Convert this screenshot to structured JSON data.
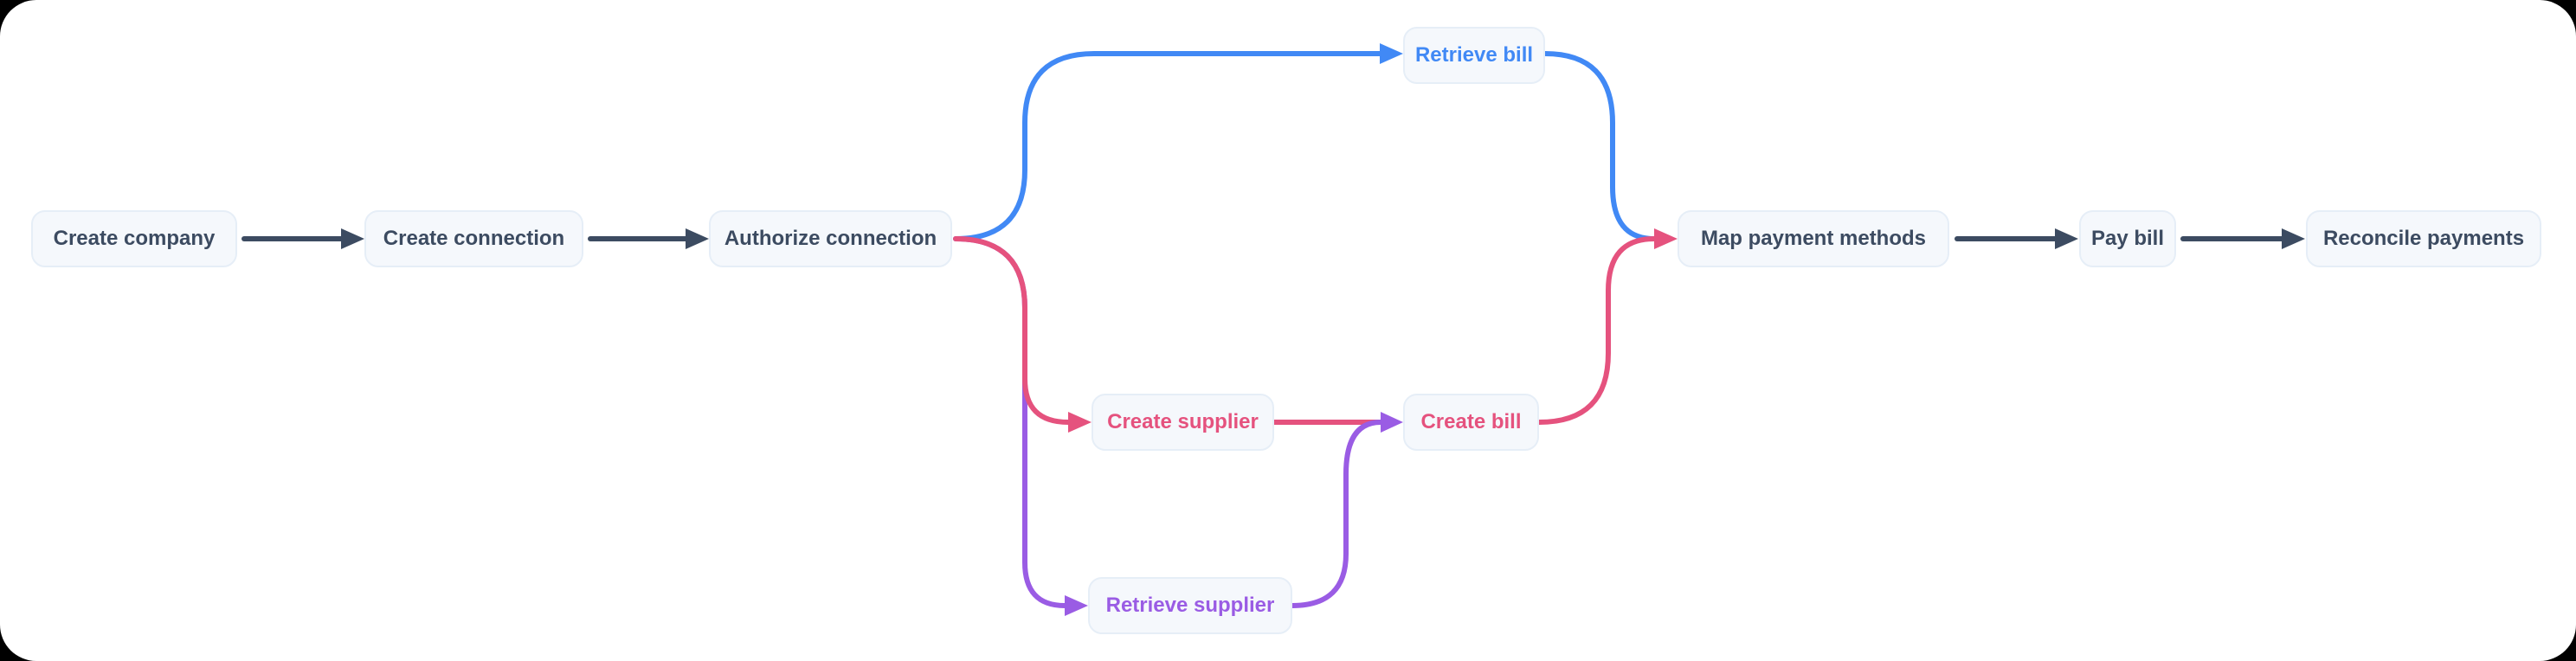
{
  "palette": {
    "slate": "#3c4b61",
    "blue": "#4189f5",
    "pink": "#e5527e",
    "purple": "#9a5ce4",
    "node_fill": "#f5f8fc",
    "node_border": "#e6eef7",
    "canvas_background": "#ffffff",
    "outer_background": "#000000"
  },
  "diagram": {
    "type": "flowchart",
    "nodes": [
      {
        "id": "create-company",
        "label": "Create company",
        "color": "slate"
      },
      {
        "id": "create-connection",
        "label": "Create connection",
        "color": "slate"
      },
      {
        "id": "authorize-connection",
        "label": "Authorize connection",
        "color": "slate"
      },
      {
        "id": "retrieve-bill",
        "label": "Retrieve bill",
        "color": "blue"
      },
      {
        "id": "create-supplier",
        "label": "Create supplier",
        "color": "pink"
      },
      {
        "id": "create-bill",
        "label": "Create bill",
        "color": "pink"
      },
      {
        "id": "retrieve-supplier",
        "label": "Retrieve supplier",
        "color": "purple"
      },
      {
        "id": "map-payment-methods",
        "label": "Map payment methods",
        "color": "slate"
      },
      {
        "id": "pay-bill",
        "label": "Pay bill",
        "color": "slate"
      },
      {
        "id": "reconcile-payments",
        "label": "Reconcile payments",
        "color": "slate"
      }
    ],
    "edges": [
      {
        "from": "create-company",
        "to": "create-connection",
        "color": "slate"
      },
      {
        "from": "create-connection",
        "to": "authorize-connection",
        "color": "slate"
      },
      {
        "from": "authorize-connection",
        "to": "retrieve-bill",
        "color": "blue"
      },
      {
        "from": "authorize-connection",
        "to": "create-supplier",
        "color": "pink"
      },
      {
        "from": "authorize-connection",
        "to": "retrieve-supplier",
        "color": "purple"
      },
      {
        "from": "create-supplier",
        "to": "create-bill",
        "color": "pink"
      },
      {
        "from": "retrieve-supplier",
        "to": "create-bill",
        "color": "purple"
      },
      {
        "from": "retrieve-bill",
        "to": "map-payment-methods",
        "color": "blue"
      },
      {
        "from": "create-bill",
        "to": "map-payment-methods",
        "color": "pink"
      },
      {
        "from": "map-payment-methods",
        "to": "pay-bill",
        "color": "slate"
      },
      {
        "from": "pay-bill",
        "to": "reconcile-payments",
        "color": "slate"
      }
    ]
  }
}
